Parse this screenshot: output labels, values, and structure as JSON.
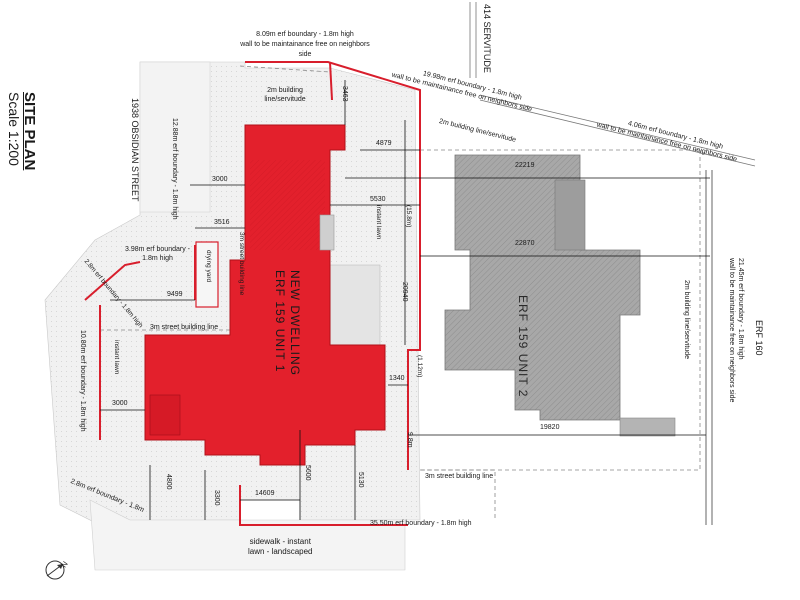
{
  "title": "SITE PLAN",
  "scale": "Scale 1:200",
  "street_name": "1938 OBSIDIAN STREET",
  "servitude_label": "414 SERVITUDE",
  "neighbor_erf": "ERF 160",
  "dwelling": {
    "line1": "NEW DWELLING",
    "line2": "ERF 159 UNIT 1"
  },
  "unit2": "ERF 159 UNIT 2",
  "labels": {
    "top_boundary_1": "8.09m erf boundary - 1.8m high",
    "top_boundary_2": "wall to be maintainance free on neighbors side",
    "upper_boundary_1": "19.98m erf boundary - 1.8m high",
    "upper_boundary_2": "wall to be maintainance free on neighbors side",
    "right_top_boundary_1": "4.06m erf boundary - 1.8m high",
    "right_top_boundary_2": "wall to be maintainance free on neighbors side",
    "right_boundary_1": "21.45m erf boundary - 1.8m high",
    "right_boundary_2": "wall to be maintainance free on neighbors side",
    "building_line_2m_a": "2m building line/servitude",
    "building_line_2m_b": "2m building line/servitude",
    "building_line_2m_right": "2m building line/servitude",
    "left_boundary_12": "12.88m erf boundary - 1.8m high",
    "small_boundary_1": "3.98m erf boundary -",
    "small_boundary_2": "1.8m high",
    "corner_boundary": "2.8m erf boundary - 1.8m high",
    "left_boundary_10": "10.80m erf boundary - 1.8m high",
    "bottom_left_boundary": "2.8m erf boundary - 1.8m",
    "bottom_boundary": "35.50m erf boundary - 1.8m high",
    "street_line_left": "3m street building line",
    "street_line_bottom": "3m street building line",
    "street_line_vert": "3m street building line",
    "instant_lawn_1": "instant lawn",
    "instant_lawn_2": "instant lawn",
    "drying_yard": "drying yard",
    "sidewalk_1": "sidewalk - instant",
    "sidewalk_2": "lawn - landscaped",
    "height_15": "(15.8m)",
    "height_11": "(1.12m)"
  },
  "dimensions": {
    "d3463": "3463",
    "d4879": "4879",
    "d3000_top": "3000",
    "d5530": "5530",
    "d3516": "3516",
    "d22219": "22219",
    "d22870": "22870",
    "d9499": "9499",
    "d20940": "20940",
    "d1340": "1340",
    "d3000_left": "3000",
    "d19820": "19820",
    "d9_8": "9.8m",
    "d4800": "4800",
    "d3300": "3300",
    "d5600": "5600",
    "d5130": "5130",
    "d14609": "14609"
  },
  "colors": {
    "dwelling": "#e3202c",
    "unit2": "#a8a8a8",
    "boundary": "#d81e2c",
    "paving": "#efefef"
  }
}
